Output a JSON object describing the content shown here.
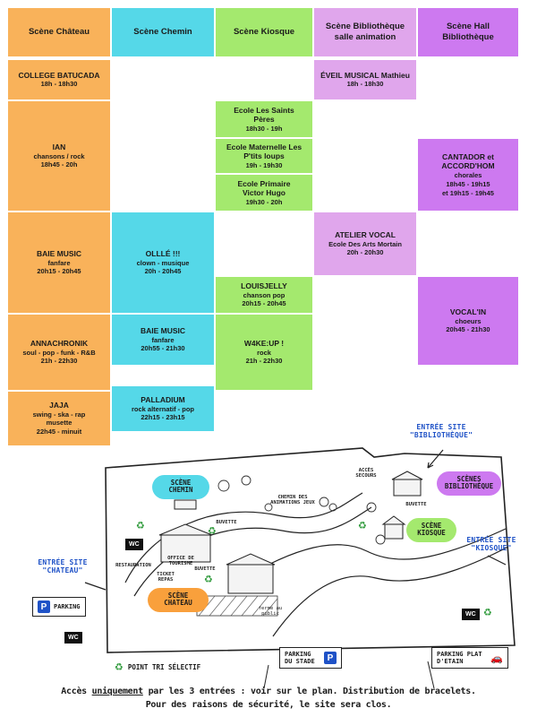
{
  "stages": [
    {
      "id": "chateau",
      "label": "Scène Château",
      "color": "#f9b25a"
    },
    {
      "id": "chemin",
      "label": "Scène Chemin",
      "color": "#55d8e8"
    },
    {
      "id": "kiosque",
      "label": "Scène Kiosque",
      "color": "#a4e96e"
    },
    {
      "id": "bibliotheque",
      "label": "Scène Bibliothèque salle animation",
      "color": "#e0a6ec"
    },
    {
      "id": "hall",
      "label": "Scène Hall Bibliothèque",
      "color": "#cd79f0"
    }
  ],
  "events": {
    "college": {
      "title": "COLLEGE BATUCADA",
      "time": "18h - 18h30"
    },
    "ian": {
      "title": "IAN",
      "sub": "chansons / rock",
      "time": "18h45 - 20h"
    },
    "baie1": {
      "title": "BAIE MUSIC",
      "sub": "fanfare",
      "time": "20h15 - 20h45"
    },
    "annachronik": {
      "title": "ANNACHRONIK",
      "sub": "soul - pop - funk - R&B",
      "time": "21h - 22h30"
    },
    "jaja": {
      "title": "JAJA",
      "sub": "swing - ska - rap musette",
      "time": "22h45 - minuit"
    },
    "olle": {
      "title": "OLLLÉ !!!",
      "sub": "clown - musique",
      "time": "20h - 20h45"
    },
    "baie2": {
      "title": "BAIE MUSIC",
      "sub": "fanfare",
      "time": "20h55 - 21h30"
    },
    "palladium": {
      "title": "PALLADIUM",
      "sub": "rock alternatif - pop",
      "time": "22h15 - 23h15"
    },
    "saints": {
      "title": "Ecole Les Saints Pères",
      "time": "18h30 - 19h"
    },
    "maternelle": {
      "title": "Ecole Maternelle Les P'tits loups",
      "time": "19h - 19h30"
    },
    "primaire": {
      "title": "Ecole Primaire Victor Hugo",
      "time": "19h30 - 20h"
    },
    "louisjelly": {
      "title": "LOUISJELLY",
      "sub": "chanson pop",
      "time": "20h15 - 20h45"
    },
    "wakeup": {
      "title": "W4KE:UP !",
      "sub": "rock",
      "time": "21h - 22h30"
    },
    "eveil": {
      "title": "ÉVEIL MUSICAL Mathieu",
      "time": "18h - 18h30"
    },
    "atelier": {
      "title": "ATELIER VOCAL",
      "sub": "Ecole Des Arts Mortain",
      "time": "20h - 20h30"
    },
    "cantador": {
      "title": "CANTADOR et ACCORD'HOM",
      "sub": "chorales",
      "time": "18h45 - 19h15",
      "time2": "et 19h15 - 19h45"
    },
    "vocalin": {
      "title": "VOCAL'IN",
      "sub": "choeurs",
      "time": "20h45 - 21h30"
    }
  },
  "map": {
    "entree_bibliotheque": "ENTRÉE SITE \"BIBLIOTHÈQUE\"",
    "entree_chateau": "ENTRÉE SITE \"CHATEAU\"",
    "entree_kiosque": "ENTRÉE SITE \"KIOSQUE\"",
    "scene_chemin": "SCÈNE CHEMIN",
    "scene_bibliotheque": "SCÈNES BIBLIOTHÈQUE",
    "scene_kiosque": "SCÈNE KIOSQUE",
    "scene_chateau": "SCÈNE CHATEAU",
    "acces_secours": "ACCÈS SECOURS",
    "buvette_kiosque": "BUVETTE",
    "buvette_chemin": "BUVETTE",
    "buvette_chateau": "BUVETTE",
    "chemin_animations": "CHEMIN DES ANIMATIONS JEUX",
    "restauration": "RESTAURATION",
    "office_tourisme": "OFFICE DE TOURISME",
    "ticket_repas": "TICKET REPAS",
    "ferme": "fermé au public",
    "wc": "WC",
    "parking": "PARKING",
    "parking_stade": "PARKING DU STADE",
    "parking_plat": "PARKING PLAT D'ETAIN",
    "p_letter": "P",
    "point_tri": "POINT TRI SÉLECTIF"
  },
  "footer": {
    "line1_pre": "Accès ",
    "line1_emph": "uniquement",
    "line1_post": " par les 3 entrées : voir sur le plan. Distribution de bracelets.",
    "line2": "Pour des raisons de sécurité, le site sera clos."
  }
}
